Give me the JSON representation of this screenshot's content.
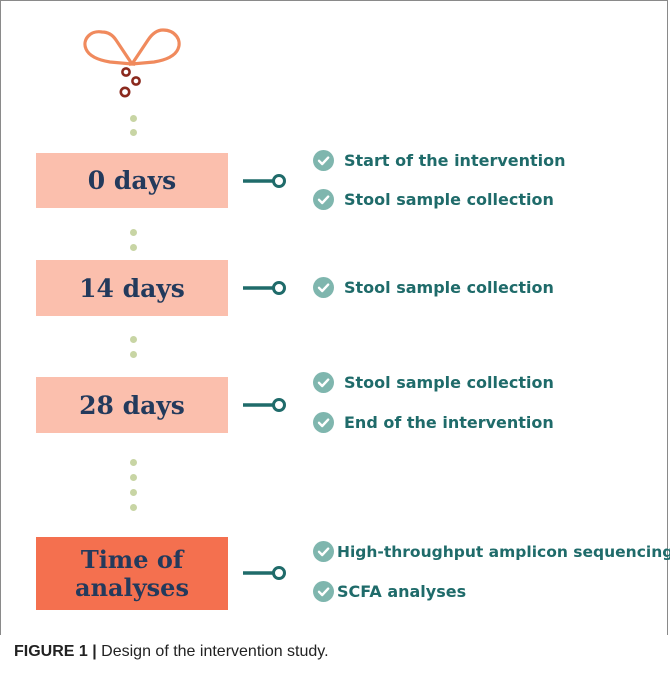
{
  "stages": [
    {
      "label": "0 days",
      "items": [
        "Start of the intervention",
        "Stool sample collection"
      ]
    },
    {
      "label": "14 days",
      "items": [
        "Stool sample collection"
      ]
    },
    {
      "label": "28 days",
      "items": [
        "Stool sample collection",
        "End of the intervention"
      ]
    },
    {
      "label_line1": "Time of",
      "label_line2": "analyses",
      "items": [
        "High-throughput amplicon sequencing",
        "SCFA analyses"
      ]
    }
  ],
  "caption": {
    "figure_label": "FIGURE 1 |",
    "text": " Design of the intervention study."
  },
  "colors": {
    "box_light": "#fbbfad",
    "box_dark": "#f4704f",
    "box_text": "#233a5c",
    "check": "#7fb6ae",
    "item_text": "#1f6b6a",
    "connector": "#1f6b6a",
    "dots": "#c8d5a4",
    "capsule": "#f08a5d",
    "bubbles": "#8b2a1e"
  },
  "icons": {
    "top": "capsule-icon",
    "bullet": "check-circle-icon"
  }
}
